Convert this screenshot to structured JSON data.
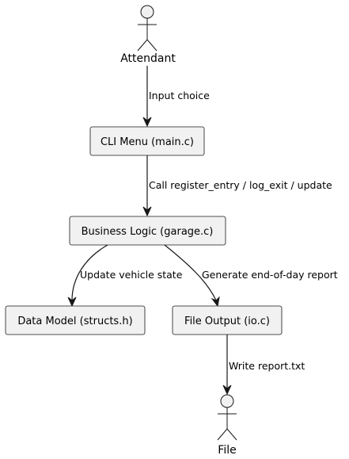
{
  "actors": {
    "attendant": "Attendant",
    "file": "File"
  },
  "nodes": {
    "cli_menu": "CLI Menu (main.c)",
    "business_logic": "Business Logic (garage.c)",
    "data_model": "Data Model (structs.h)",
    "file_output": "File Output (io.c)"
  },
  "edges": {
    "input_choice": "Input choice",
    "call_register": "Call register_entry / log_exit / update",
    "update_vehicle": "Update vehicle state",
    "generate_report": "Generate end-of-day report",
    "write_report": "Write report.txt"
  },
  "colors": {
    "box_fill": "#f1f1f1",
    "stroke": "#181818"
  }
}
